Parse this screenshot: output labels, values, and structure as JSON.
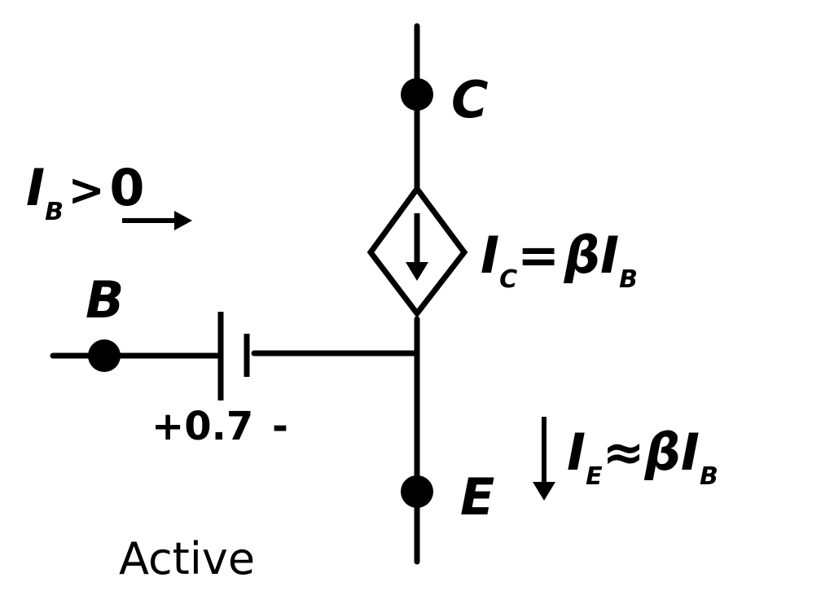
{
  "terminals": {
    "collector": "C",
    "base": "B",
    "emitter": "E"
  },
  "base_current": {
    "symbol": "I",
    "subscript": "B",
    "relation": ">",
    "value": "0"
  },
  "collector_current": {
    "symbol": "I",
    "subscript": "C",
    "relation": "=",
    "factor": "β",
    "rhs_symbol": "I",
    "rhs_subscript": "B"
  },
  "emitter_current": {
    "symbol": "I",
    "subscript": "E",
    "relation": "≈",
    "factor": "β",
    "rhs_symbol": "I",
    "rhs_subscript": "B"
  },
  "battery": {
    "plus": "+",
    "voltage": "0.7",
    "minus": "-"
  },
  "mode": "Active",
  "colors": {
    "ink": "#000000",
    "background": "#ffffff"
  }
}
